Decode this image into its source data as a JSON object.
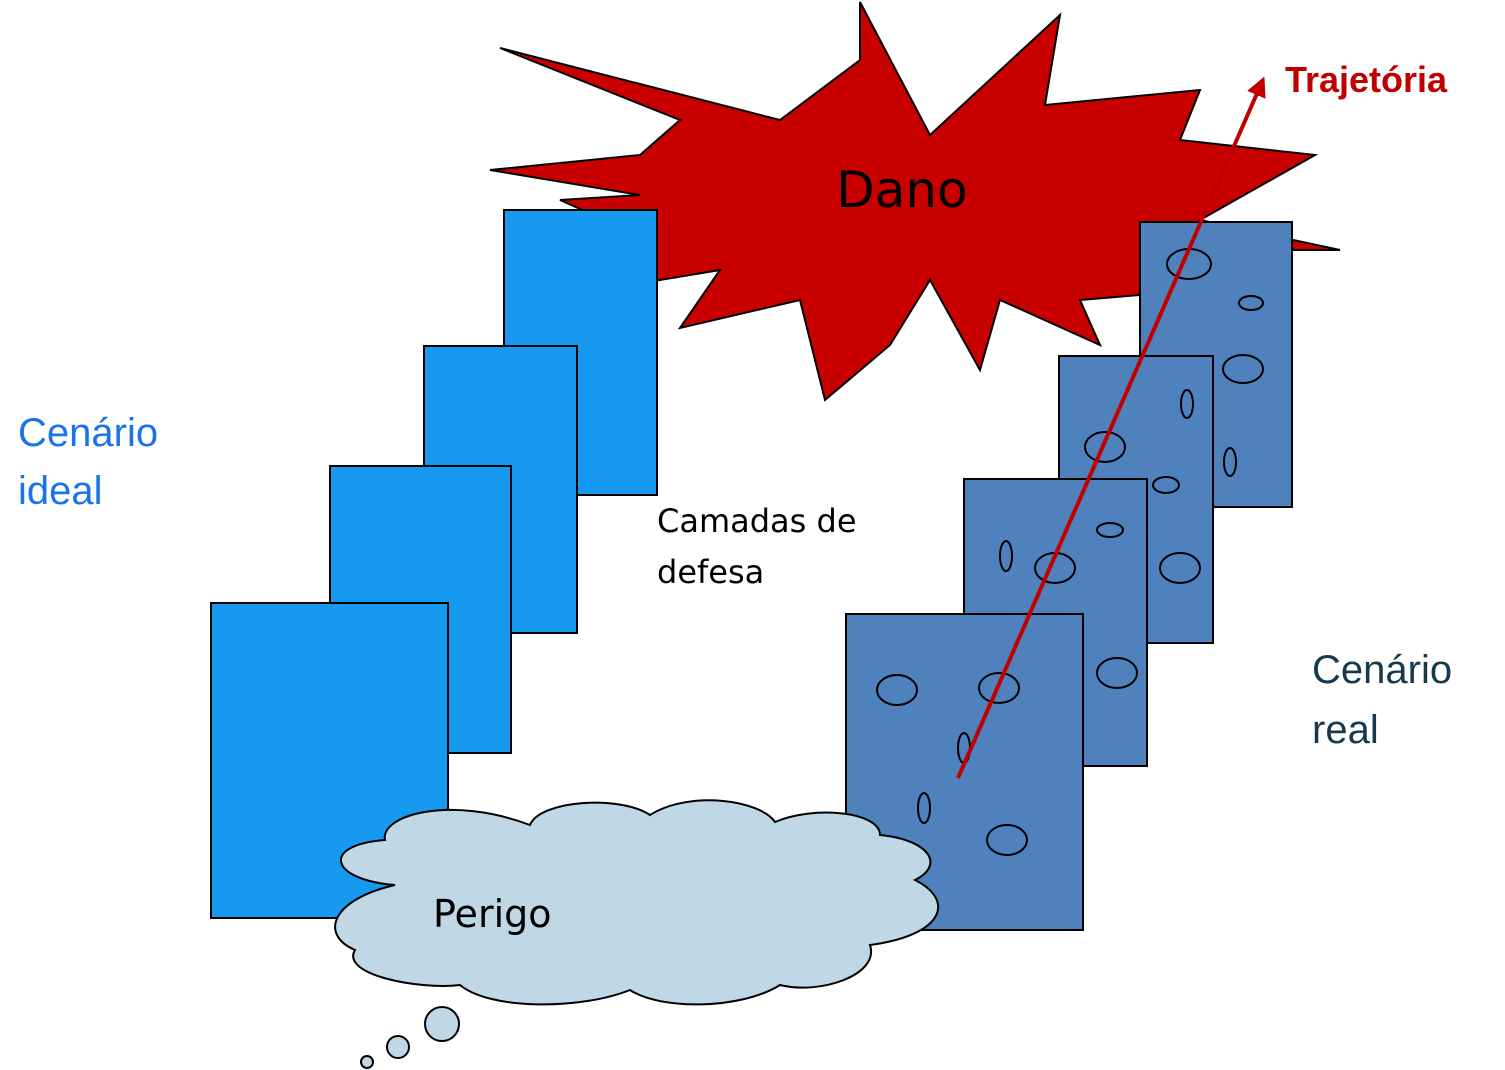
{
  "labels": {
    "harm": "Dano",
    "trajectory": "Trajetória",
    "ideal_line1": "Cenário",
    "ideal_line2": "ideal",
    "real_line1": "Cenário",
    "real_line2": "real",
    "layers_line1": "Camadas de",
    "layers_line2": "defesa",
    "hazard": "Perigo"
  },
  "colors": {
    "harm_fill": "#c80000",
    "trajectory": "#c00000",
    "ideal_layer": "#1899f0",
    "real_layer": "#4f81bd",
    "hazard_cloud": "#c0d8e6",
    "ideal_text": "#1a73e8",
    "real_text": "#17394f"
  }
}
